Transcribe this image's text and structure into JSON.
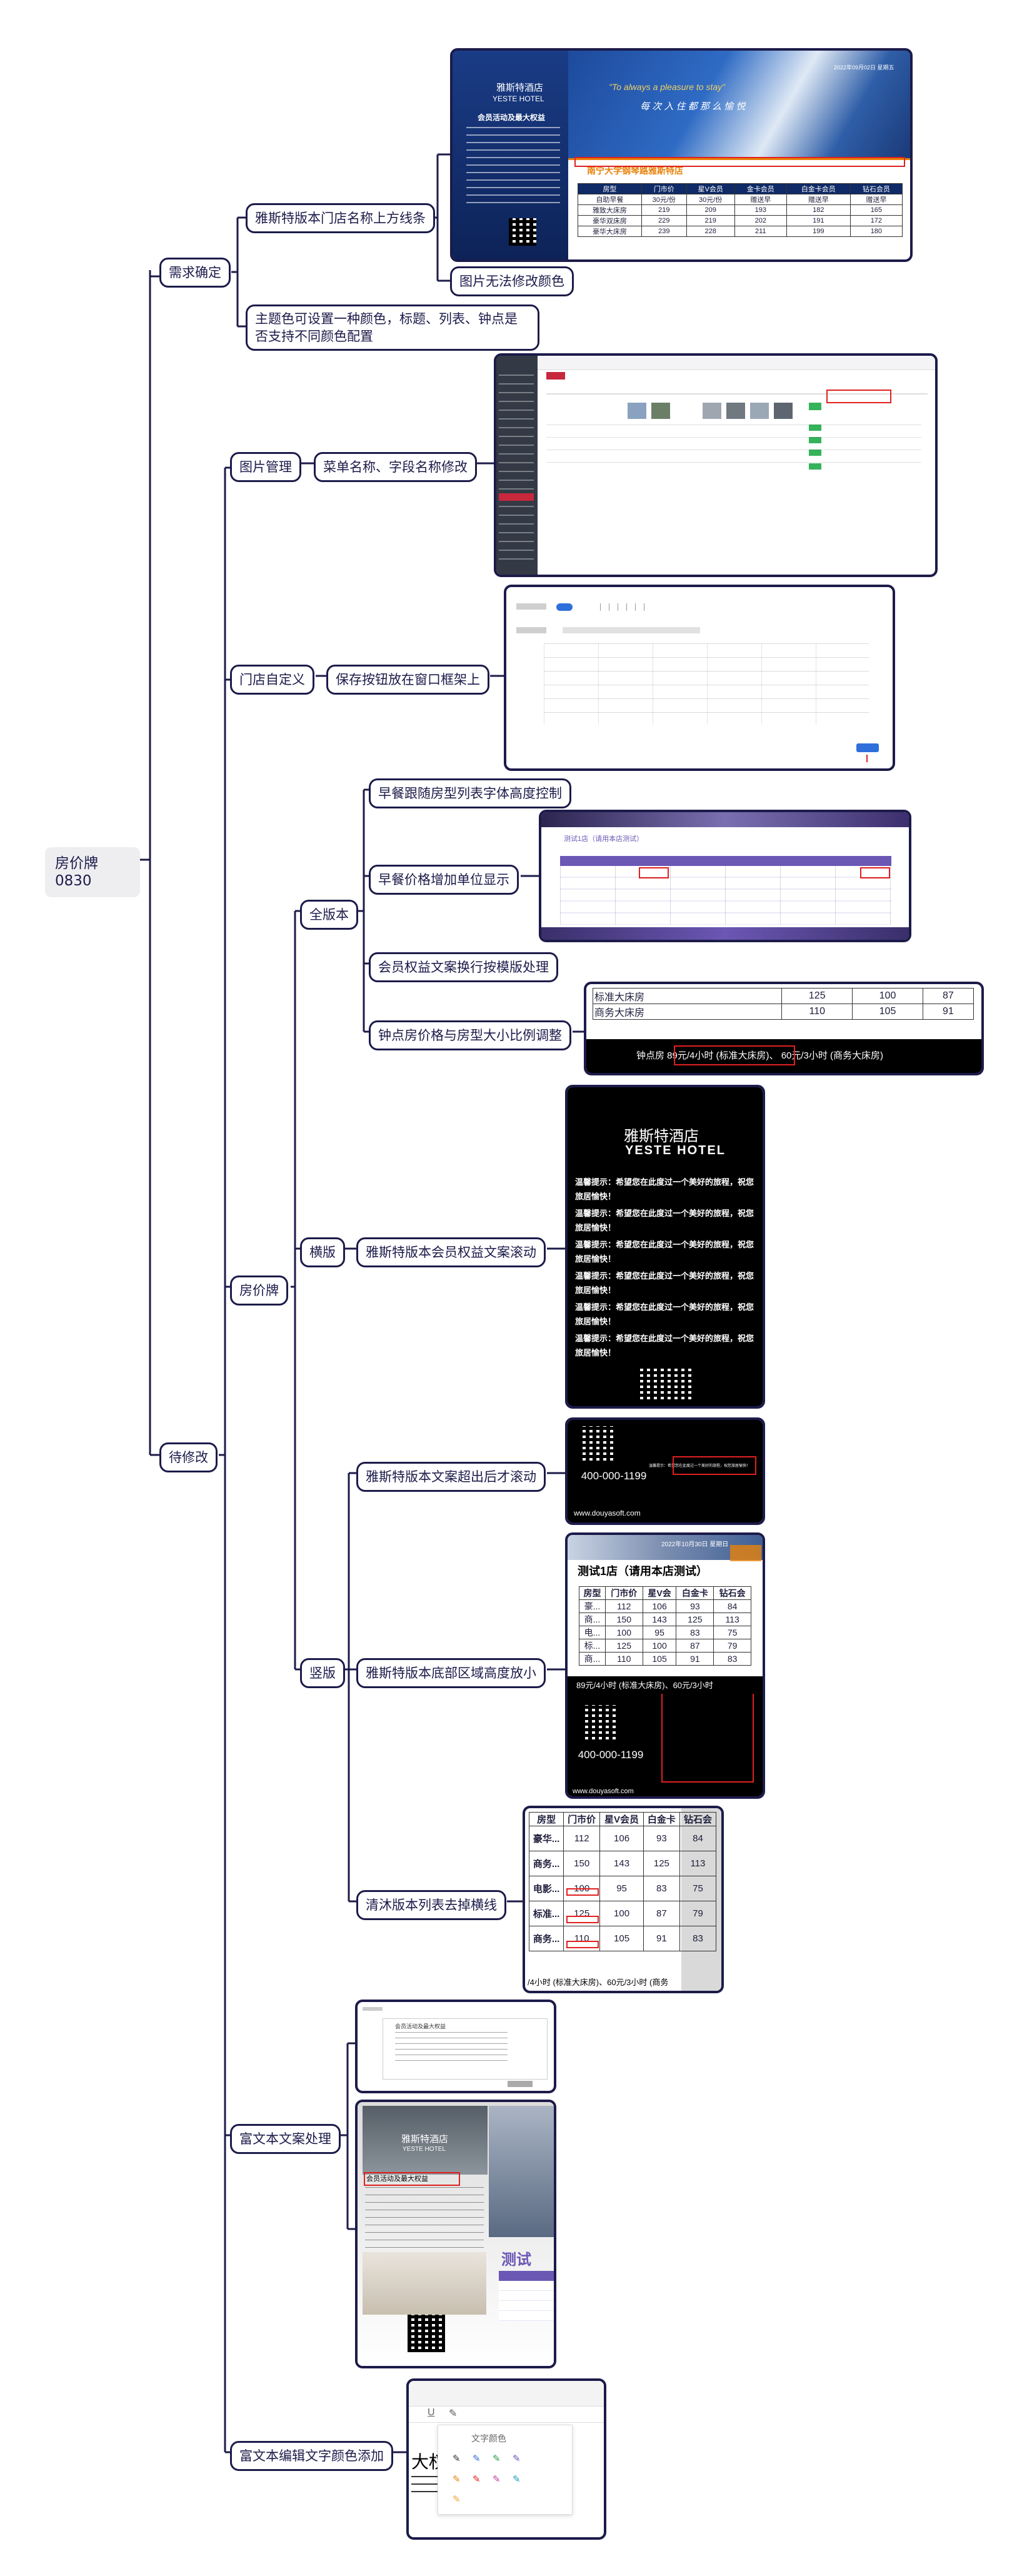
{
  "root": {
    "label": "房价牌0830"
  },
  "nodes": {
    "xqqd": "需求确定",
    "xqqd_a": "雅斯特版本门店名称上方线条",
    "xqqd_a1": "图片无法修改颜色",
    "xqqd_b": "主题色可设置一种颜色，标题、列表、钟点是否支持不同颜色配置",
    "dxg": "待修改",
    "tpgl": "图片管理",
    "tpgl_a": "菜单名称、字段名称修改",
    "mdzdy": "门店自定义",
    "mdzdy_a": "保存按钮放在窗口框架上",
    "fjp": "房价牌",
    "qbb": "全版本",
    "qbb_a": "早餐跟随房型列表字体高度控制",
    "qbb_b": "早餐价格增加单位显示",
    "qbb_c": "会员权益文案换行按模版处理",
    "qbb_d": "钟点房价格与房型大小比例调整",
    "hb": "横版",
    "hb_a": "雅斯特版本会员权益文案滚动",
    "sb": "竖版",
    "sb_a": "雅斯特版本文案超出后才滚动",
    "sb_b": "雅斯特版本底部区域高度放小",
    "sb_c": "清沐版本列表去掉横线",
    "fwb": "富文本文案处理",
    "fwbbj": "富文本编辑文字颜色添加"
  },
  "shots": {
    "s1": {
      "brand": "雅斯特酒店",
      "brand_en": "YESTE HOTEL",
      "date": "2022年09月02日 星期五",
      "slogan_en": "\"To always a pleasure to stay\"",
      "slogan": "每 次 入 住 都 那 么 愉 悦",
      "benefits_title": "会员活动及最大权益",
      "store_title": "南宁大学钢琴路雅斯特店",
      "headers": [
        "房型",
        "门市价",
        "星V会员",
        "金卡会员",
        "白金卡会员",
        "钻石会员"
      ],
      "rows": [
        [
          "自助早餐",
          "30元/份",
          "30元/份",
          "赠送早",
          "赠送早",
          "赠送早"
        ],
        [
          "雅致大床房",
          "219",
          "209",
          "193",
          "182",
          "165"
        ],
        [
          "豪华双床房",
          "229",
          "219",
          "202",
          "191",
          "172"
        ],
        [
          "豪华大床房",
          "239",
          "228",
          "211",
          "199",
          "180"
        ]
      ]
    },
    "s4": {
      "title": "测试1店（请用本店测试）"
    },
    "s5": {
      "rows": [
        [
          "标准大床房",
          "125",
          "100",
          "87"
        ],
        [
          "商务大床房",
          "110",
          "105",
          "91"
        ]
      ],
      "hourly": "钟点房 89元/4小时 (标准大床房)、 60元/3小时 (商务大床房)"
    },
    "s6": {
      "brand": "雅斯特酒店",
      "brand_en": "YESTE HOTEL",
      "tip": "温馨提示：希望您在此度过一个美好的旅程，祝您旅居愉快！"
    },
    "s7": {
      "phone": "400-000-1199",
      "site": "www.douyasoft.com",
      "notice": "温馨提示：希望您在此度过一个美好的旅程，祝您旅居愉快！"
    },
    "s8": {
      "date": "2022年10月30日 星期日",
      "title": "测试1店（请用本店测试）",
      "headers": [
        "房型",
        "门市价",
        "星V会",
        "白金卡",
        "钻石会"
      ],
      "rows": [
        [
          "豪...",
          "112",
          "106",
          "93",
          "84"
        ],
        [
          "商...",
          "150",
          "143",
          "125",
          "113"
        ],
        [
          "电...",
          "100",
          "95",
          "83",
          "75"
        ],
        [
          "标...",
          "125",
          "100",
          "87",
          "79"
        ],
        [
          "商...",
          "110",
          "105",
          "91",
          "83"
        ]
      ],
      "hourly": "89元/4小时 (标准大床房)、60元/3小时",
      "phone": "400-000-1199",
      "site": "www.douyasoft.com"
    },
    "s9": {
      "headers": [
        "房型",
        "门市价",
        "星V会员",
        "白金卡",
        "钻石会"
      ],
      "rows": [
        [
          "豪华...",
          "112",
          "106",
          "93",
          "84"
        ],
        [
          "商务...",
          "150",
          "143",
          "125",
          "113"
        ],
        [
          "电影...",
          "100",
          "95",
          "83",
          "75"
        ],
        [
          "标准...",
          "125",
          "100",
          "87",
          "79"
        ],
        [
          "商务...",
          "110",
          "105",
          "91",
          "83"
        ]
      ],
      "hourly": "/4小时 (标准大床房)、60元/3小时 (商务"
    },
    "s10": {
      "title": "会员活动及最大权益"
    },
    "s11": {
      "brand": "雅斯特酒店",
      "brand_en": "YESTE HOTEL",
      "title": "会员活动及最大权益",
      "test": "测试"
    },
    "s12": {
      "big": "大权",
      "panel_title": "文字颜色",
      "underline": "U"
    }
  },
  "colors": {
    "line": "#1c1b4a",
    "root_bg": "#eeeef1",
    "navy": "#0f2a66",
    "purple": "#6b57b4",
    "accent_red": "#e02020",
    "orange": "#e8820a"
  }
}
